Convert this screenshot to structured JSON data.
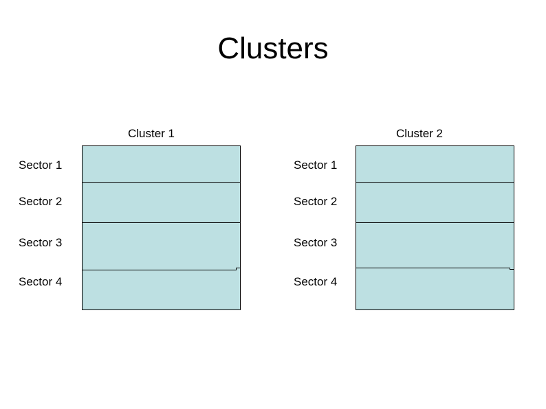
{
  "slide": {
    "title": "Clusters",
    "colors": {
      "background": "#ffffff",
      "text": "#000000",
      "border": "#000000",
      "sector_fill": "#bde0e2"
    },
    "clusters": [
      {
        "label": "Cluster 1",
        "sectors": [
          "Sector 1",
          "Sector 2",
          "Sector 3",
          "Sector 4"
        ]
      },
      {
        "label": "Cluster 2",
        "sectors": [
          "Sector 1",
          "Sector 2",
          "Sector 3",
          "Sector 4"
        ]
      }
    ]
  }
}
